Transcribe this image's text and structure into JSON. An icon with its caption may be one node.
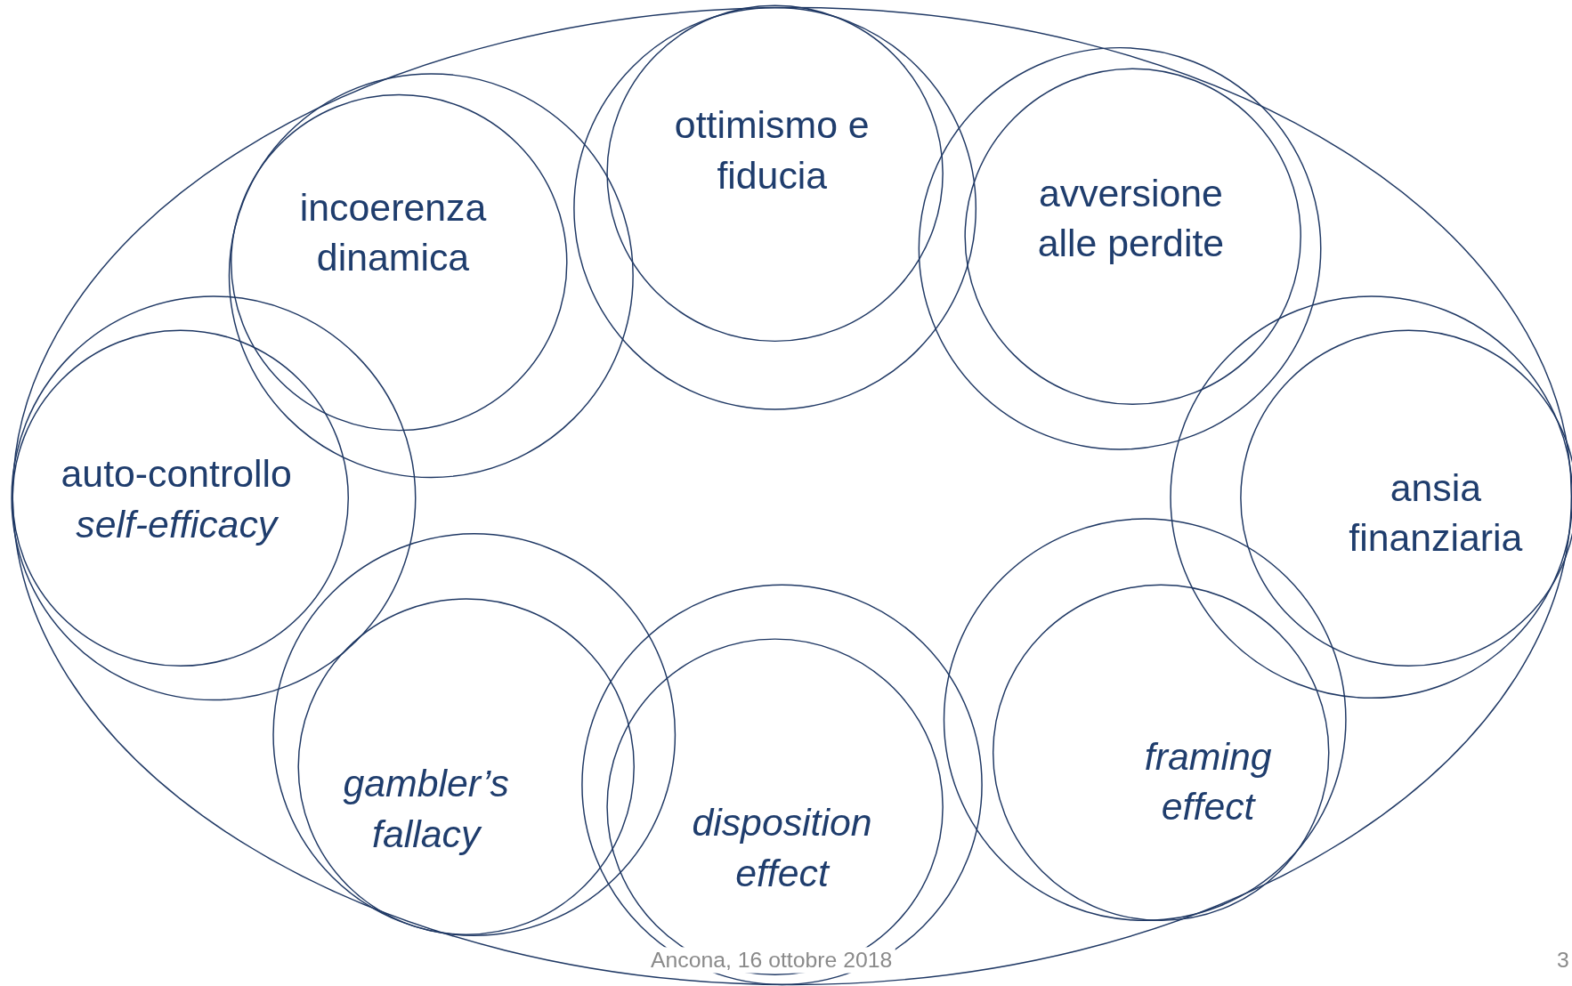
{
  "diagram": {
    "nodes": [
      {
        "text": [],
        "shape": "ellipse"
      },
      {
        "text": [],
        "shape": "circle",
        "in": 0
      },
      {
        "text": [
          "incoerenza dinamica"
        ],
        "in": 1
      },
      {
        "text": [],
        "shape": "circle",
        "in": 0
      },
      {
        "text": [
          "ottimismo e fiducia"
        ],
        "in": 3
      },
      {
        "text": [],
        "shape": "circle",
        "in": 0
      },
      {
        "text": [
          "avversione alle perdite"
        ],
        "in": 5
      },
      {
        "text": [],
        "shape": "circle",
        "in": 0
      },
      {
        "text": [
          "auto-controllo",
          "self-efficacy"
        ],
        "in": 7
      },
      {
        "text": [],
        "shape": "circle",
        "in": 0
      },
      {
        "text": [
          "ansia finanziaria"
        ],
        "in": 9
      },
      {
        "text": [],
        "shape": "circle",
        "in": 0
      },
      {
        "text": [
          "gambler’s fallacy"
        ],
        "in": 11
      },
      {
        "text": [],
        "shape": "circle",
        "in": 0
      },
      {
        "text": [
          "disposition effect"
        ],
        "in": 13
      },
      {
        "text": [],
        "shape": "circle",
        "in": 0
      },
      {
        "text": [
          "framing effect"
        ],
        "in": 15
      }
    ],
    "edges": [],
    "labels": [
      "Ancona, 16 ottobre 2018",
      "3"
    ]
  }
}
